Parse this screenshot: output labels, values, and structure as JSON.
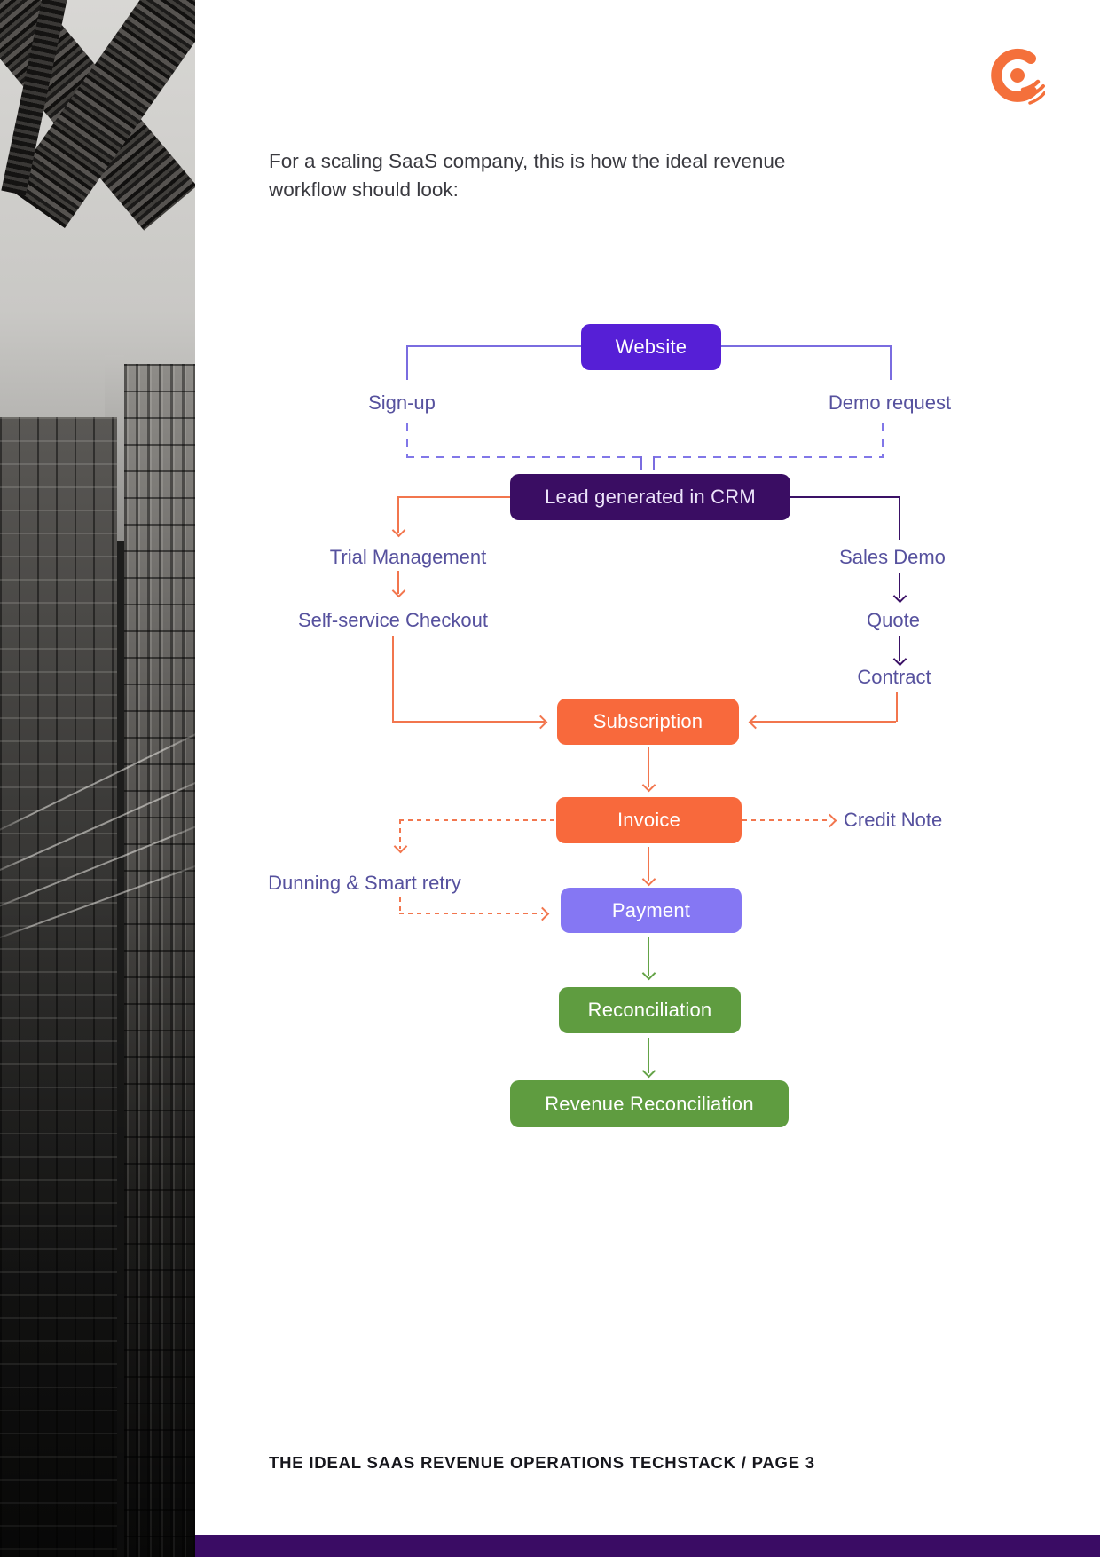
{
  "intro": {
    "line1": "For a scaling SaaS company, this is how the ideal revenue",
    "line2": "workflow should look:"
  },
  "footer": {
    "text": "THE IDEAL SAAS REVENUE OPERATIONS TECHSTACK / PAGE 3"
  },
  "logo": {
    "name": "chargebee-mark",
    "color": "#F4703B"
  },
  "flow": {
    "nodes": {
      "website": {
        "label": "Website",
        "color": "#561FD6"
      },
      "crm": {
        "label": "Lead generated in CRM",
        "color": "#3A0D63"
      },
      "subscription": {
        "label": "Subscription",
        "color": "#F8693C"
      },
      "invoice": {
        "label": "Invoice",
        "color": "#F8693C"
      },
      "payment": {
        "label": "Payment",
        "color": "#8577F3"
      },
      "reconciliation": {
        "label": "Reconciliation",
        "color": "#5F9C40"
      },
      "revenue_reconciliation": {
        "label": "Revenue Reconciliation",
        "color": "#5F9C40"
      }
    },
    "labels": {
      "sign_up": "Sign-up",
      "demo_request": "Demo request",
      "trial_management": "Trial Management",
      "self_service_checkout": "Self-service Checkout",
      "sales_demo": "Sales Demo",
      "quote": "Quote",
      "contract": "Contract",
      "dunning": "Dunning & Smart retry",
      "credit_note": "Credit Note"
    },
    "line_colors": {
      "purple_solid": "#7A6CE0",
      "purple_dashed": "#8177E8",
      "dark_purple": "#3A1166",
      "orange": "#F2764E",
      "green": "#64A347"
    }
  }
}
